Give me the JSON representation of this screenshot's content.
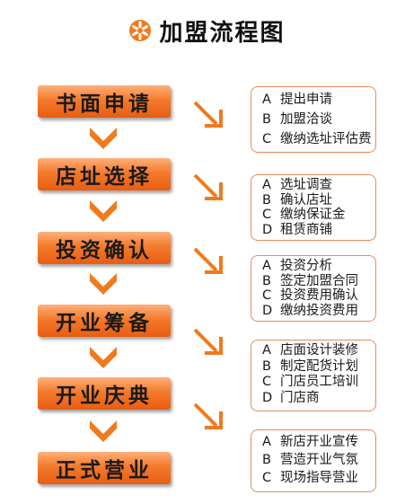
{
  "title": "加盟流程图",
  "colors": {
    "step_top": "#ffb07a",
    "step_bottom": "#e85d12",
    "arrow": "#f07a1e",
    "box_border": "#e58a5a"
  },
  "icons": {
    "title": "orange-asterisk-icon",
    "down": "chevron-down-arrow-icon",
    "diagonal": "diagonal-down-right-arrow-icon"
  },
  "steps": [
    {
      "label": "书面申请",
      "details": [
        {
          "letter": "A",
          "text": "提出申请"
        },
        {
          "letter": "B",
          "text": "加盟洽谈"
        },
        {
          "letter": "C",
          "text": "缴纳选址评估费"
        }
      ]
    },
    {
      "label": "店址选择",
      "details": [
        {
          "letter": "A",
          "text": "选址调查"
        },
        {
          "letter": "B",
          "text": "确认店址"
        },
        {
          "letter": "C",
          "text": "缴纳保证金"
        },
        {
          "letter": "D",
          "text": "租赁商铺"
        }
      ]
    },
    {
      "label": "投资确认",
      "details": [
        {
          "letter": "A",
          "text": "投资分析"
        },
        {
          "letter": "B",
          "text": "签定加盟合同"
        },
        {
          "letter": "C",
          "text": "投资费用确认"
        },
        {
          "letter": "D",
          "text": "缴纳投资费用"
        }
      ]
    },
    {
      "label": "开业筹备",
      "details": [
        {
          "letter": "A",
          "text": "店面设计装修"
        },
        {
          "letter": "B",
          "text": "制定配货计划"
        },
        {
          "letter": "C",
          "text": "门店员工培训"
        },
        {
          "letter": "D",
          "text": "门店商"
        }
      ]
    },
    {
      "label": "开业庆典",
      "details": []
    },
    {
      "label": "正式营业",
      "details": [
        {
          "letter": "A",
          "text": "新店开业宣传"
        },
        {
          "letter": "B",
          "text": "营造开业气氛"
        },
        {
          "letter": "C",
          "text": "现场指导营业"
        }
      ]
    }
  ]
}
